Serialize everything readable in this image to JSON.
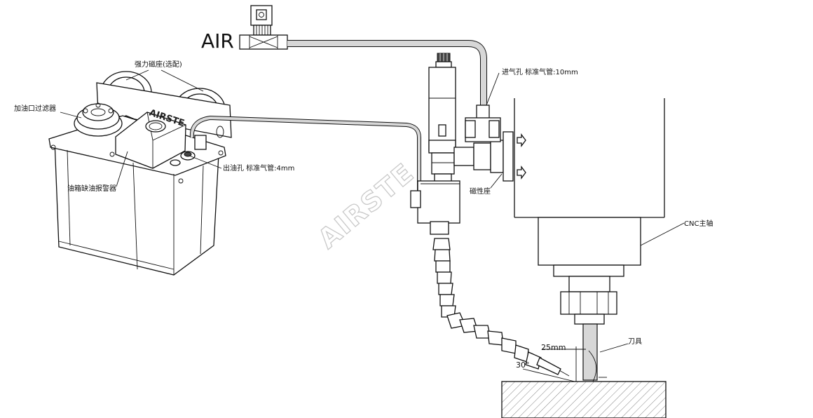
{
  "labels": {
    "air": "AIR",
    "magnetic_base": "强力磁座(选配)",
    "filler_filter": "加油口过滤器",
    "low_oil_alarm": "油箱缺油报警器",
    "oil_outlet": "出油孔  标准气管:4mm",
    "air_inlet": "进气孔  标准气管:10mm",
    "magnet_seat": "磁性座",
    "cnc_spindle": "CNC主轴",
    "tool": "刀具",
    "distance": "25mm",
    "angle": "30°"
  },
  "branding": {
    "tank_logo": "AIRSTE",
    "watermark": "AIRSTE"
  },
  "colors": {
    "line": "#111111",
    "hose": "#d7d7d7",
    "watermark": "#c9c9c9"
  }
}
